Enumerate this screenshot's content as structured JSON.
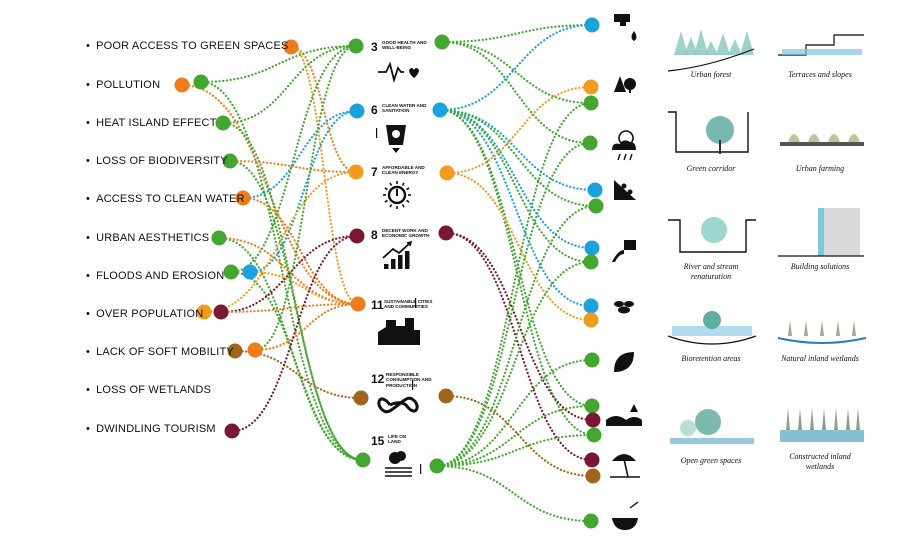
{
  "colors": {
    "green": "#43a62f",
    "orange": "#f29b1d",
    "blue": "#1aa2dc",
    "maroon": "#7a1833",
    "brown": "#a0641a",
    "darkorange": "#ee7c1a"
  },
  "problems": [
    {
      "label": "Poor access to green spaces",
      "dots": [
        "darkorange"
      ]
    },
    {
      "label": "Pollution",
      "dots": [
        "darkorange",
        "green"
      ]
    },
    {
      "label": "Heat island effect",
      "dots": [
        "green"
      ]
    },
    {
      "label": "Loss of biodiversity",
      "dots": [
        "green"
      ]
    },
    {
      "label": "Access to clean water",
      "dots": [
        "darkorange"
      ]
    },
    {
      "label": "Urban aesthetics",
      "dots": [
        "green"
      ]
    },
    {
      "label": "Floods and erosion",
      "dots": [
        "green",
        "blue"
      ]
    },
    {
      "label": "Over population",
      "dots": [
        "orange",
        "maroon"
      ]
    },
    {
      "label": "Lack of soft mobility",
      "dots": [
        "brown",
        "darkorange"
      ]
    },
    {
      "label": "Loss of wetlands",
      "dots": []
    },
    {
      "label": "Dwindling tourism",
      "dots": [
        "maroon"
      ]
    }
  ],
  "sdgs": [
    {
      "num": "3",
      "label": "Good health and well-being",
      "color": "green",
      "icon": "heartbeat-icon"
    },
    {
      "num": "6",
      "label": "Clean water and sanitation",
      "color": "blue",
      "icon": "water-glass-icon"
    },
    {
      "num": "7",
      "label": "Affordable and clean energy",
      "color": "orange",
      "icon": "power-sun-icon"
    },
    {
      "num": "8",
      "label": "Decent work and economic growth",
      "color": "maroon",
      "icon": "growth-chart-icon"
    },
    {
      "num": "11",
      "label": "Sustainable cities and communities",
      "color": "darkorange",
      "icon": "city-icon"
    },
    {
      "num": "12",
      "label": "Responsible consumption and production",
      "color": "brown",
      "icon": "infinity-loop-icon"
    },
    {
      "num": "15",
      "label": "Life on land",
      "color": "green",
      "icon": "tree-land-icon"
    }
  ],
  "benefit_icons": [
    "water-tap-icon",
    "trees-icon",
    "weather-icon",
    "landslide-icon",
    "runoff-pipe-icon",
    "bee-icon",
    "leaf-icon",
    "landscape-icon",
    "beach-umbrella-icon",
    "food-bowl-icon"
  ],
  "nbs": [
    {
      "label": "Urban forest"
    },
    {
      "label": "Terraces and slopes"
    },
    {
      "label": "Green corridor"
    },
    {
      "label": "Urban farming"
    },
    {
      "label": "River and stream renaturation"
    },
    {
      "label": "Building solutions"
    },
    {
      "label": "Bioretention areas"
    },
    {
      "label": "Natural inland wetlands"
    },
    {
      "label": "Open green spaces"
    },
    {
      "label": "Constructed inland wetlands"
    }
  ]
}
